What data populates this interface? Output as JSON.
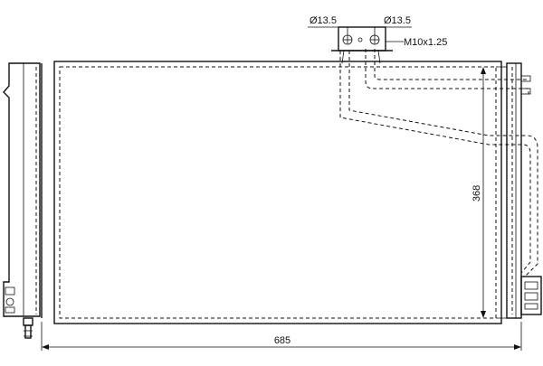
{
  "dimensions": {
    "width_label": "685",
    "height_label": "368"
  },
  "fitting_labels": {
    "left_port": "Ø13.5",
    "right_port": "Ø13.5",
    "thread": "M10x1.25"
  }
}
